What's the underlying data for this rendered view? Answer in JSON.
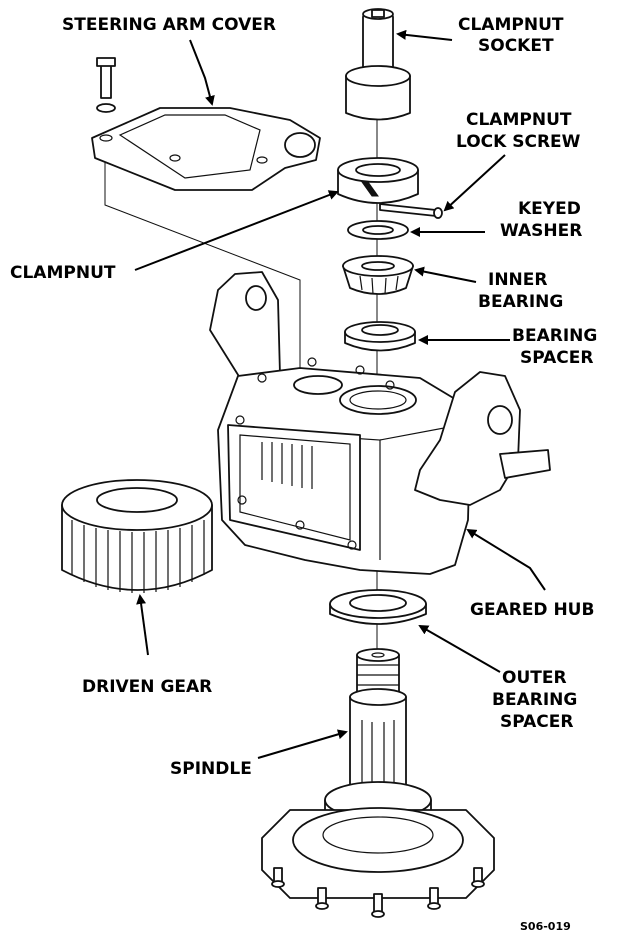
{
  "figure": {
    "code": "S06-019",
    "labels": {
      "steering_arm_cover": "STEERING ARM COVER",
      "clampnut_socket": [
        "CLAMPNUT",
        "SOCKET"
      ],
      "clampnut_lock_screw": [
        "CLAMPNUT",
        "LOCK SCREW"
      ],
      "keyed_washer": [
        "KEYED",
        "WASHER"
      ],
      "clampnut": "CLAMPNUT",
      "inner_bearing": [
        "INNER",
        "BEARING"
      ],
      "bearing_spacer": [
        "BEARING",
        "SPACER"
      ],
      "geared_hub": "GEARED HUB",
      "driven_gear": "DRIVEN GEAR",
      "outer_bearing_spacer": [
        "OUTER",
        "BEARING",
        "SPACER"
      ],
      "spindle": "SPINDLE"
    }
  }
}
